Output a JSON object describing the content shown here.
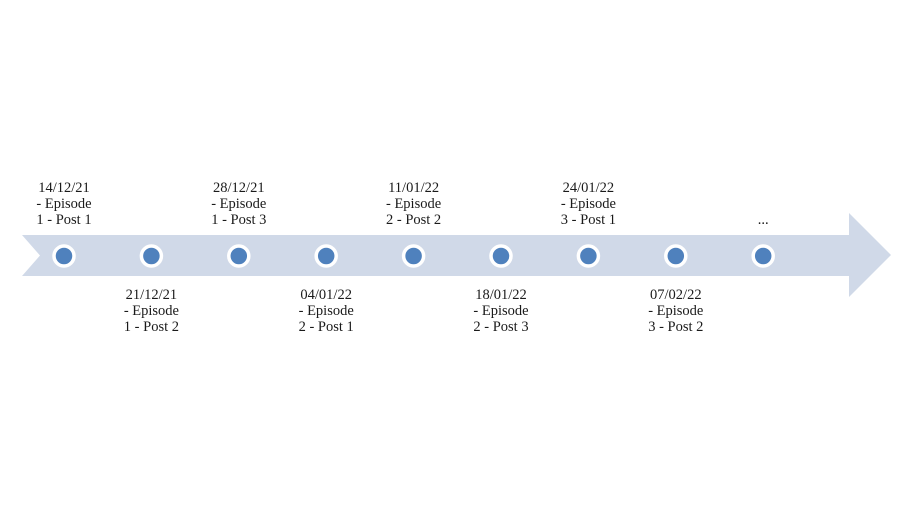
{
  "timeline": {
    "arrow_color": "#d0d9e8",
    "dot_fill": "#4f81bd",
    "dot_ring": "#ffffff",
    "milestones": [
      {
        "lines": [
          "14/12/21",
          "- Episode",
          "1 - Post 1"
        ],
        "side": "above"
      },
      {
        "lines": [
          "21/12/21",
          "- Episode",
          "1 - Post 2"
        ],
        "side": "below"
      },
      {
        "lines": [
          "28/12/21",
          "- Episode",
          "1 - Post 3"
        ],
        "side": "above"
      },
      {
        "lines": [
          "04/01/22",
          "- Episode",
          "2 - Post 1"
        ],
        "side": "below"
      },
      {
        "lines": [
          "11/01/22",
          "- Episode",
          "2 - Post 2"
        ],
        "side": "above"
      },
      {
        "lines": [
          "18/01/22",
          "- Episode",
          "2 - Post 3"
        ],
        "side": "below"
      },
      {
        "lines": [
          "24/01/22",
          "- Episode",
          "3 - Post 1"
        ],
        "side": "above"
      },
      {
        "lines": [
          "07/02/22",
          "- Episode",
          "3 - Post 2"
        ],
        "side": "below"
      },
      {
        "lines": [
          "..."
        ],
        "side": "above"
      }
    ]
  }
}
